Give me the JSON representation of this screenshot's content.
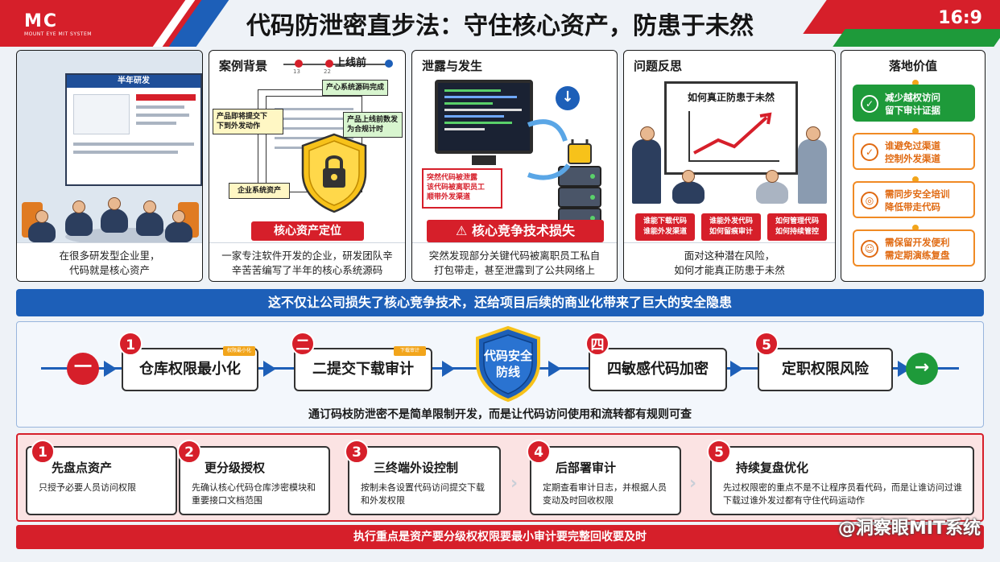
{
  "header": {
    "logo_mark": "MC",
    "logo_sub": "MOUNT EYE MIT SYSTEM",
    "title": "代码防泄密直步法：守住核心资产，防患于未然",
    "ratio": "16:9"
  },
  "panel1": {
    "board_title": "半年研发",
    "caption_line1": "在很多研发型企业里，",
    "caption_line2": "代码就是核心资产"
  },
  "panel2": {
    "head": "案例背景",
    "timeline_label": "上线前",
    "tick1": "13",
    "tick2": "22",
    "note1": "产品即将提交下\n下到外发动作",
    "note2": "产心系统源码完成",
    "note3": "产品上线前数发\n为合规计时",
    "asset_label": "企业系统资产",
    "tag": "核心资产定位",
    "caption_line1": "一家专注软件开发的企业，研发团队辛",
    "caption_line2": "辛苦苦编写了半年的核心系统源码"
  },
  "panel3": {
    "head": "泄露与发生",
    "alert_text": "突然代码被泄露\n该代码被离职员工\n顺带外发渠道",
    "tag": "核心竞争技术损失",
    "caption_line1": "突然发现部分关键代码被离职员工私自",
    "caption_line2": "打包带走，甚至泄露到了公共网络上"
  },
  "panel4": {
    "head": "问题反思",
    "board_text": "如何真正防患于未然",
    "tag1": "谁能下载代码\n谁能外发渠道",
    "tag2": "谁能外发代码\n如何留痕审计",
    "tag3": "如何管理代码\n如何持续管控",
    "caption_line1": "面对这种潜在风险，",
    "caption_line2": "如何才能真正防患于未然"
  },
  "panel5": {
    "head": "落地价值",
    "items": [
      {
        "icon": "✓",
        "text": "减少越权访问\n留下审计证据"
      },
      {
        "icon": "✓",
        "text": "谁避免过渠道\n控制外发渠道"
      },
      {
        "icon": "◎",
        "text": "需同步安全培训\n降低带走代码"
      },
      {
        "icon": "☺",
        "text": "需保留开发便利\n需定期演练复盘"
      }
    ]
  },
  "banner": "这不仅让公司损失了核心竞争技术，还给项目后续的商业化带来了巨大的安全隐患",
  "flow": {
    "start_label": "一",
    "steps": [
      {
        "num": "1",
        "label": "仓库权限最小化",
        "mini": "权限最小化"
      },
      {
        "num": "二",
        "label": "二提交下载审计",
        "mini": "下载审计"
      },
      {
        "num": "四",
        "label": "四敏感代码加密",
        "mini": ""
      },
      {
        "num": "5",
        "label": "定职权限风险",
        "mini": ""
      }
    ],
    "center_text": "代码安全防线",
    "end_icon": "→",
    "caption": "通订码枝防泄密不是简单限制开发，而是让代码访问使用和流转都有规则可查"
  },
  "cards": [
    {
      "num": "1",
      "title": "先盘点资产",
      "desc": "只授予必要人员访问权限"
    },
    {
      "num": "2",
      "title": "更分级授权",
      "desc": "先确认核心代码仓库涉密模块和重要接口文档范围"
    },
    {
      "num": "3",
      "title": "三终端外设控制",
      "desc": "按制未各设置代码访问提交下载和外发权限"
    },
    {
      "num": "4",
      "title": "后部署审计",
      "desc": "定期查看审计日志，并根据人员变动及时回收权限"
    },
    {
      "num": "5",
      "title": "持续复盘优化",
      "desc": "先过权限密的重点不是不让程序员看代码，而是让谁访问过谁下载过谁外发过都有守住代码运动作"
    }
  ],
  "footer": "执行重点是资产要分级权权限要最小审计要完整回收要及时",
  "watermark": "@洞察眼MIT系统",
  "colors": {
    "red": "#d61f2a",
    "blue": "#1d5fb8",
    "green": "#1e9a3a",
    "orange": "#f08a24"
  }
}
